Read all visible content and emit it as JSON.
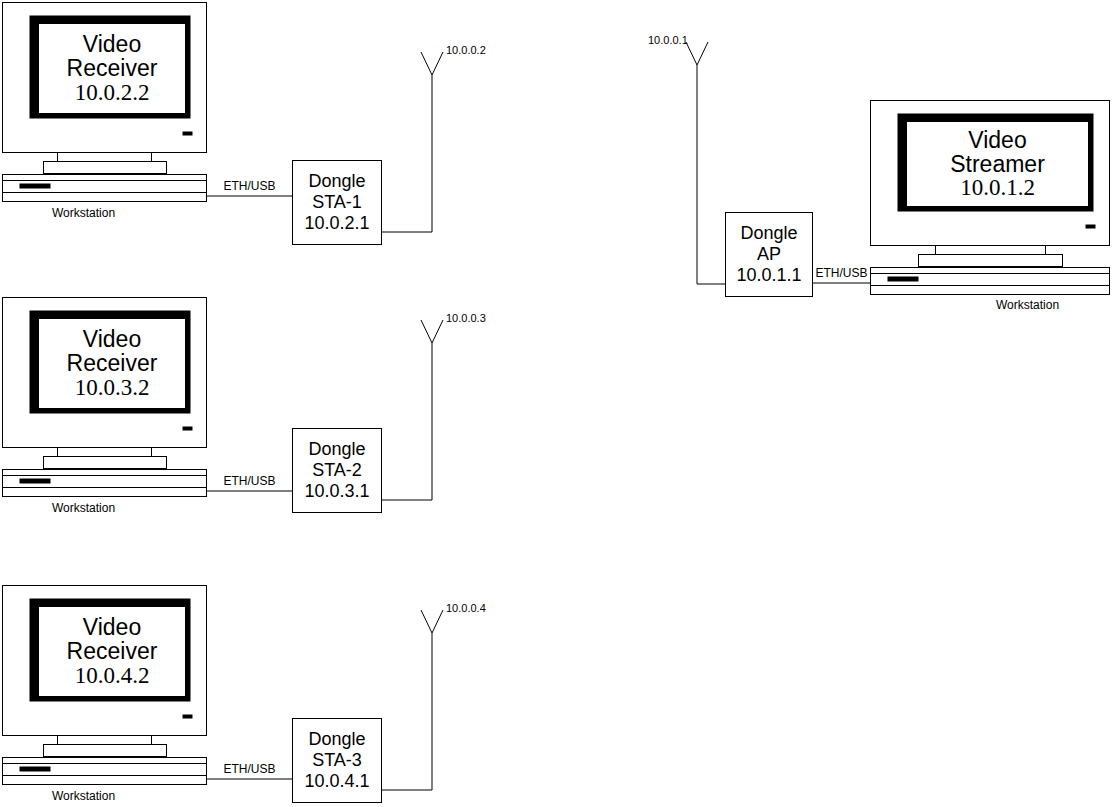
{
  "diagram": {
    "nodes": [
      {
        "text": [
          "Video Receiver",
          "10.0.2.2"
        ]
      },
      {
        "text": [
          "Dongle STA-1",
          "10.0.2.1"
        ]
      },
      {
        "text": [
          "Dongle AP",
          "10.0.1.1"
        ]
      },
      {
        "text": [
          "Video Streamer",
          "10.0.1.2"
        ]
      },
      {
        "text": [
          "Video Receiver",
          "10.0.3.2"
        ]
      },
      {
        "text": [
          "Dongle STA-2",
          "10.0.3.1"
        ]
      },
      {
        "text": [
          "Video Receiver",
          "10.0.4.2"
        ]
      },
      {
        "text": [
          "Dongle STA-3",
          "10.0.4.1"
        ]
      }
    ],
    "edges": [
      {
        "from": 0,
        "to": 1,
        "label": "ETH/USB",
        "arrow": "none"
      },
      {
        "from": 3,
        "to": 2,
        "label": "ETH/USB",
        "arrow": "none"
      },
      {
        "from": 4,
        "to": 5,
        "label": "ETH/USB",
        "arrow": "none"
      },
      {
        "from": 6,
        "to": 7,
        "label": "ETH/USB",
        "arrow": "none"
      }
    ],
    "labels": [
      "10.0.0.2",
      "Workstation",
      "10.0.0.1",
      "Workstation",
      "10.0.0.3",
      "Workstation",
      "10.0.0.4",
      "Workstation"
    ]
  }
}
